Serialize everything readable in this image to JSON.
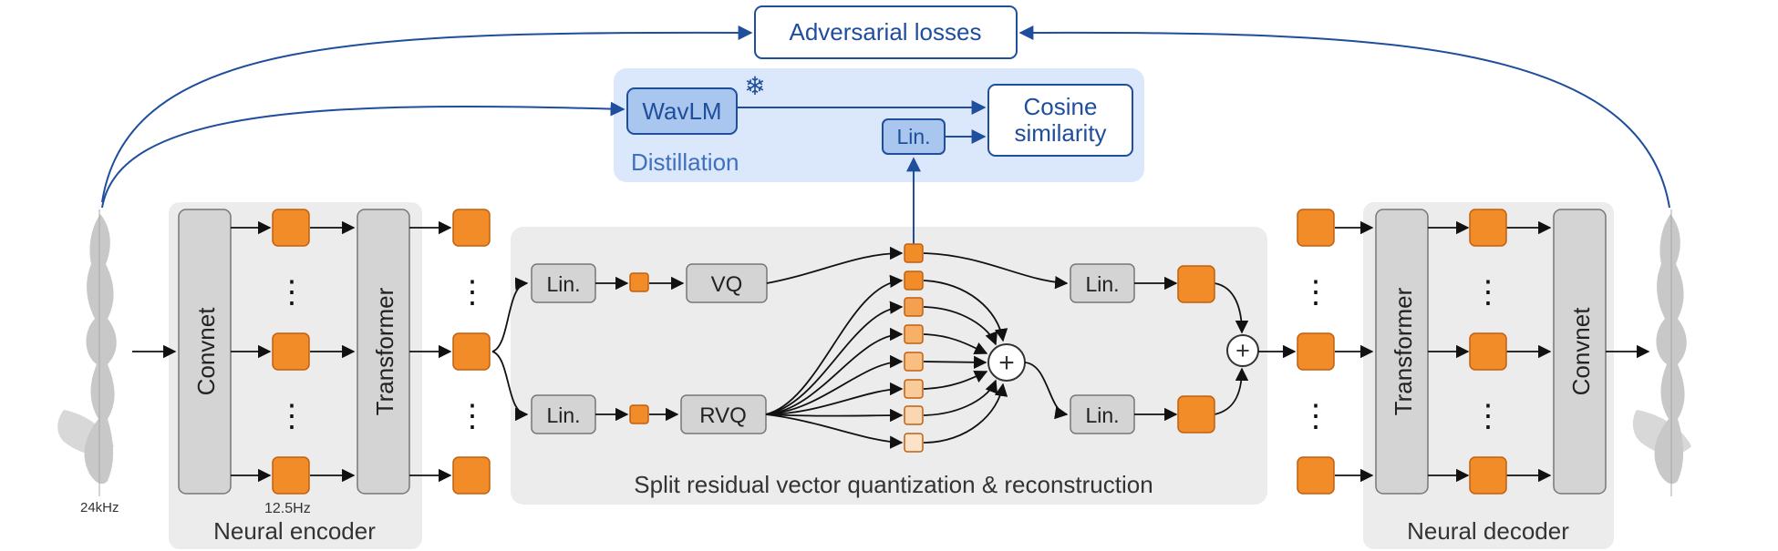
{
  "top": {
    "adversarial_label": "Adversarial losses",
    "distillation_label": "Distillation",
    "wavlm_label": "WavLM",
    "cosine_line1": "Cosine",
    "cosine_line2": "similarity",
    "lin_label": "Lin."
  },
  "encoder": {
    "input_rate": "24kHz",
    "convnet_label": "Convnet",
    "transformer_label": "Transformer",
    "frame_rate": "12.5Hz",
    "caption": "Neural encoder"
  },
  "quantizer": {
    "lin_label": "Lin.",
    "vq_label": "VQ",
    "rvq_label": "RVQ",
    "caption": "Split residual vector quantization & reconstruction"
  },
  "decoder": {
    "transformer_label": "Transformer",
    "convnet_label": "Convnet",
    "caption": "Neural decoder"
  },
  "symbols": {
    "plus": "+",
    "snowflake": "❄",
    "ellipsis": "⋮"
  },
  "colors": {
    "token_orange": "#f28c28",
    "token_border": "#c06010",
    "blue_accent": "#1f4e9c",
    "light_blue_panel": "#dbe8fb",
    "grey_panel": "#ececec",
    "grey_block": "#d4d4d4"
  }
}
